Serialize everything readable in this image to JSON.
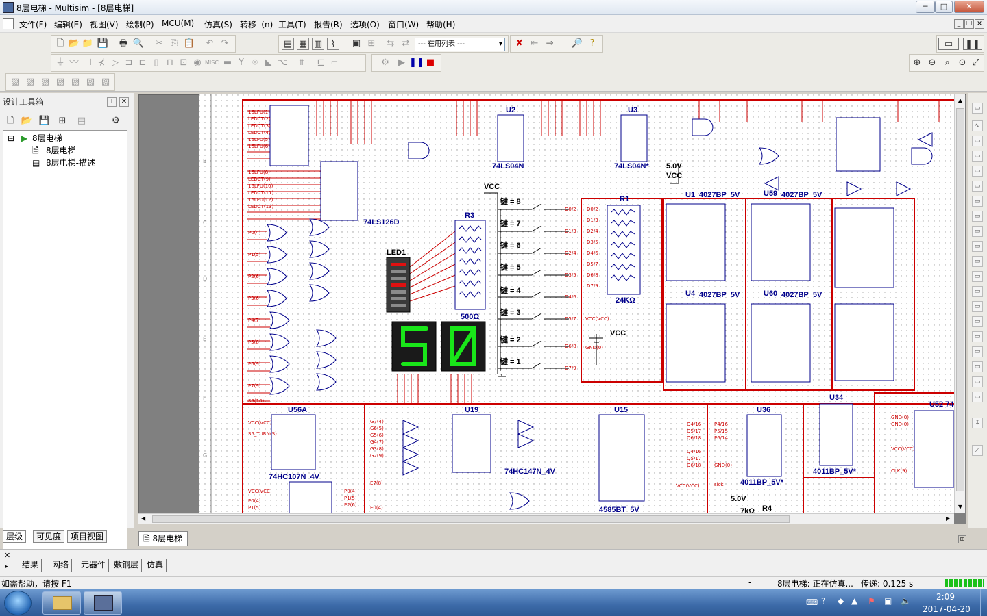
{
  "window": {
    "title": "8层电梯 - Multisim - [8层电梯]",
    "controls": [
      "─",
      "□",
      "✕"
    ]
  },
  "menu": {
    "items": [
      "文件(F)",
      "编辑(E)",
      "视图(V)",
      "绘制(P)",
      "MCU(M)",
      "仿真(S)",
      "转移（n)",
      "工具(T)",
      "报告(R)",
      "选项(O)",
      "窗口(W)",
      "帮助(H)"
    ]
  },
  "toolbar": {
    "in_use_list": "--- 在用列表 ---"
  },
  "toolbox": {
    "title": "设计工具箱",
    "tree": {
      "root": "8层电梯",
      "child1": "8层电梯",
      "child2": "8层电梯-描述"
    },
    "tabs": [
      "层级",
      "可见度",
      "项目视图"
    ]
  },
  "schematic": {
    "labels": {
      "u2": "U2",
      "u2_part": "74LS04N",
      "u3": "U3",
      "u3_part": "74LS04N*",
      "u126": "74LS126D",
      "r3": "R3",
      "r3_val": "500Ω",
      "led1": "LED1",
      "r1": "R1",
      "r1_val": "24KΩ",
      "vcc_top": "VCC",
      "vcc_mid": "VCC",
      "v5": "5.0V",
      "vcc5": "VCC",
      "u1": "U1",
      "u1_part": "4027BP_5V",
      "u59": "U59",
      "u59_part": "4027BP_5V",
      "u4": "U4",
      "u4_part": "4027BP_5V",
      "u60": "U60",
      "u60_part": "4027BP_5V",
      "u56a": "U56A",
      "u56a_part": "74HC107N_4V",
      "u19": "U19",
      "u19_part": "74HC147N_4V",
      "u15": "U15",
      "u15_part": "4585BT_5V",
      "u36": "U36",
      "u36_part": "4011BP_5V*",
      "u34": "U34",
      "u34_part": "4011BP_5V*",
      "u52": "U52 74",
      "v5b": "5.0V",
      "r4": "R4",
      "r4_val": "7kΩ"
    },
    "keys": [
      "键 = 8",
      "键 = 7",
      "键 = 6",
      "键 = 5",
      "键 = 4",
      "键 = 3",
      "键 = 2",
      "键 = 1"
    ],
    "display_left": "5",
    "display_right": "0"
  },
  "sheet_tab": "8层电梯",
  "output_tabs": [
    "结果",
    "网络",
    "元器件",
    "敷铜层",
    "仿真"
  ],
  "status": {
    "help": "如需帮助，请按 F1",
    "dash": "-",
    "sim_state": "8层电梯: 正在仿真...",
    "transient": "传递: 0.125 s"
  },
  "taskbar": {
    "time": "2:09",
    "date": "2017-04-20"
  },
  "colors": {
    "wire": "#cc0000",
    "text_blue": "#00008b",
    "seg_green": "#19e619"
  }
}
